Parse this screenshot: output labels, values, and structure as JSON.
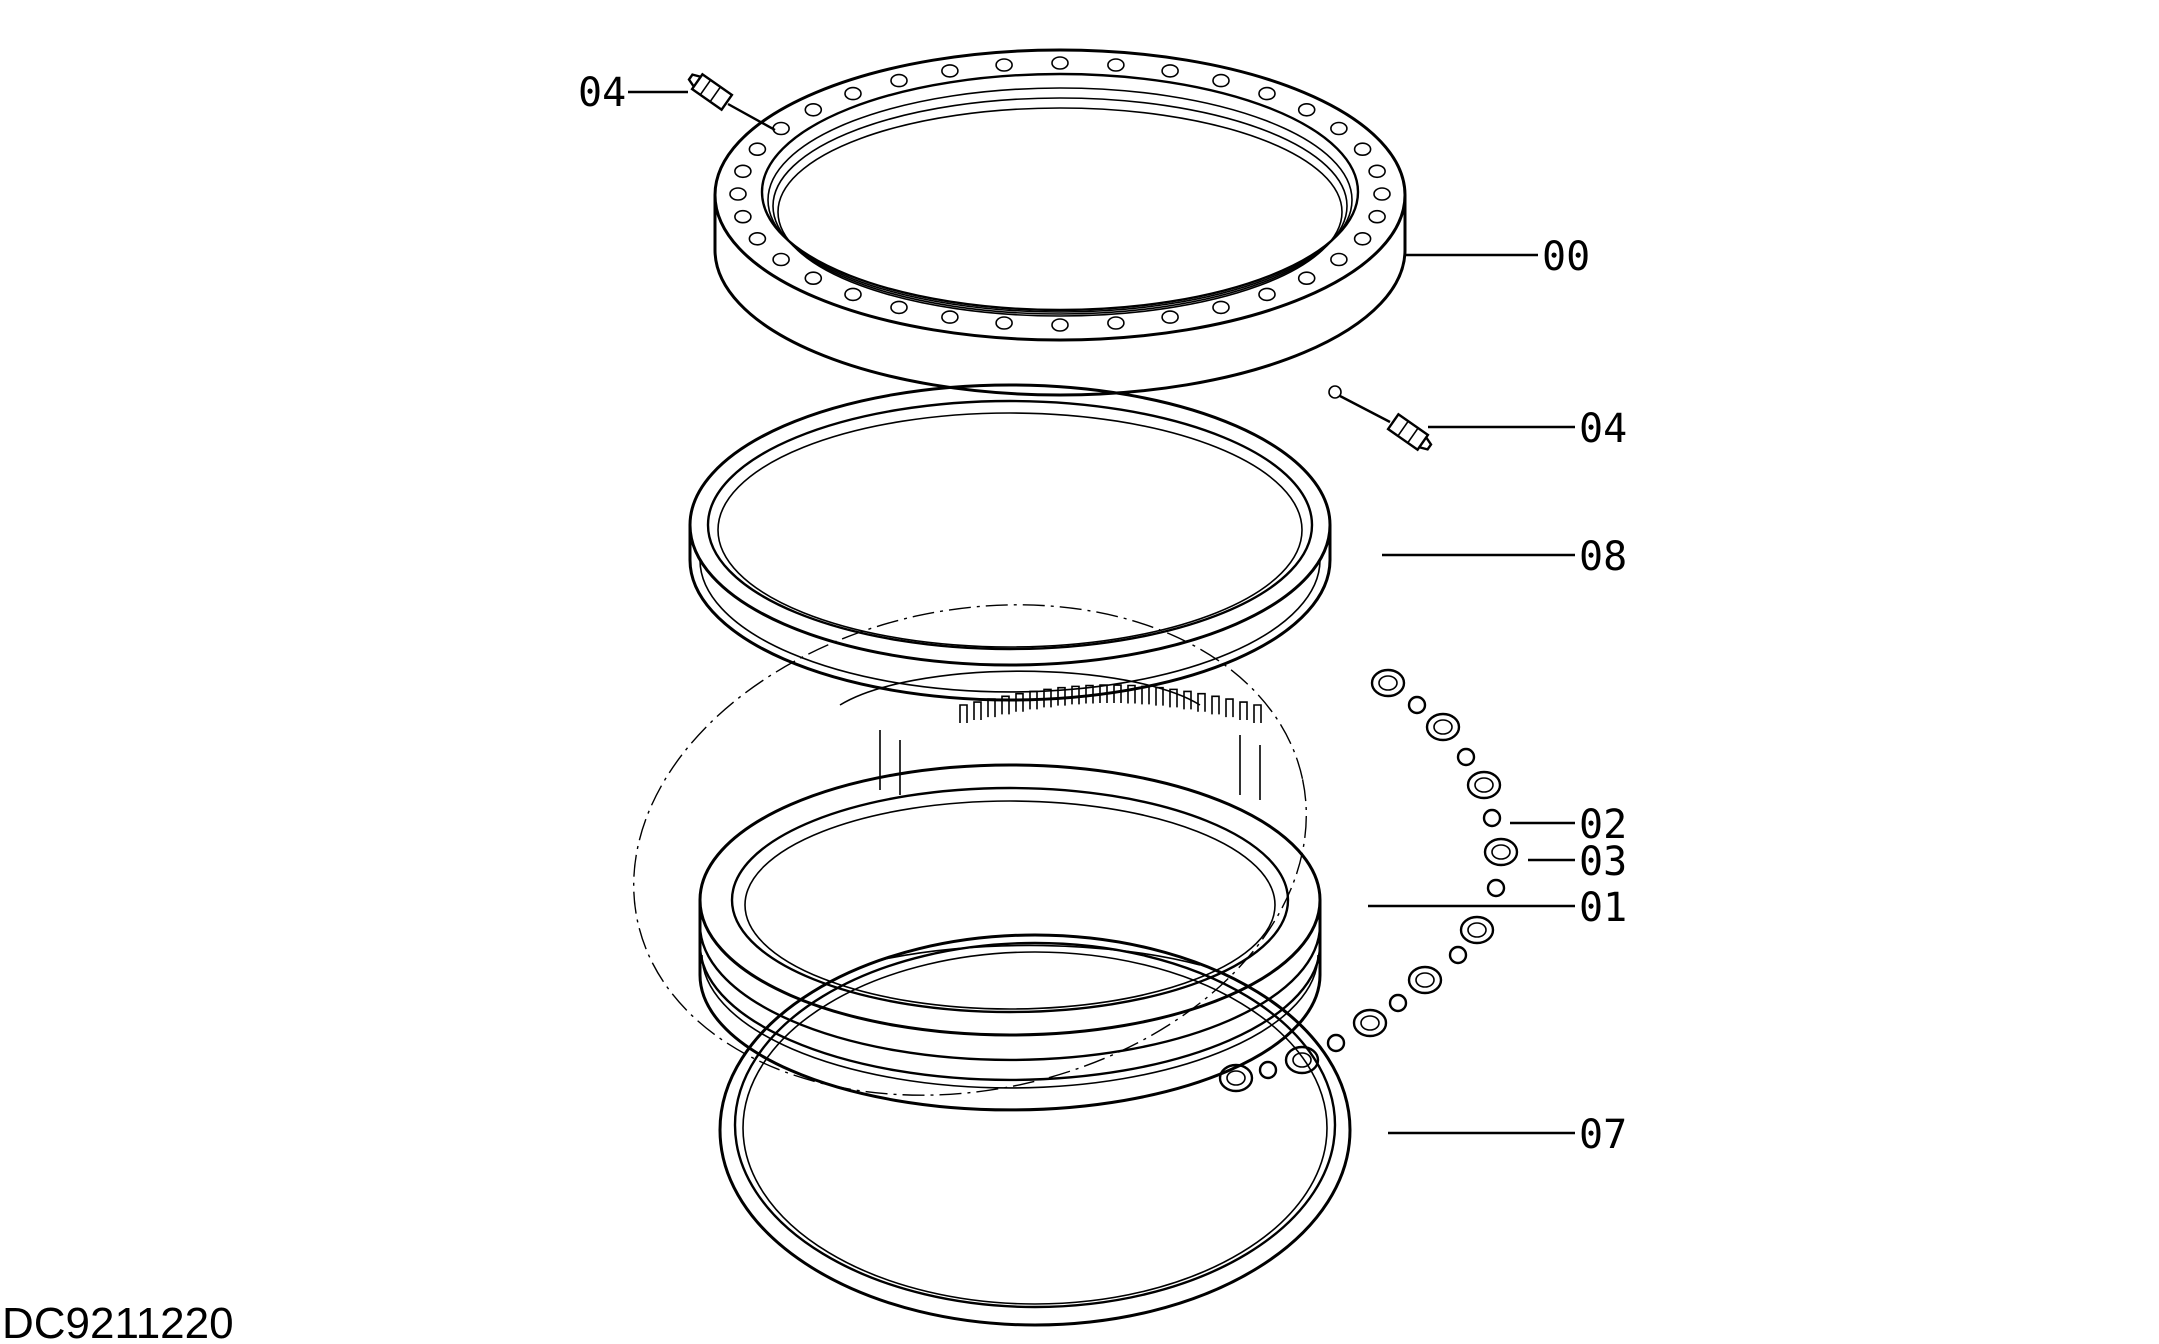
{
  "drawing_code": "DC9211220",
  "callouts": [
    {
      "id": "c-04-top",
      "label": "04"
    },
    {
      "id": "c-00",
      "label": "00"
    },
    {
      "id": "c-04-right",
      "label": "04"
    },
    {
      "id": "c-08",
      "label": "08"
    },
    {
      "id": "c-02",
      "label": "02"
    },
    {
      "id": "c-03",
      "label": "03"
    },
    {
      "id": "c-01",
      "label": "01"
    },
    {
      "id": "c-07",
      "label": "07"
    }
  ]
}
